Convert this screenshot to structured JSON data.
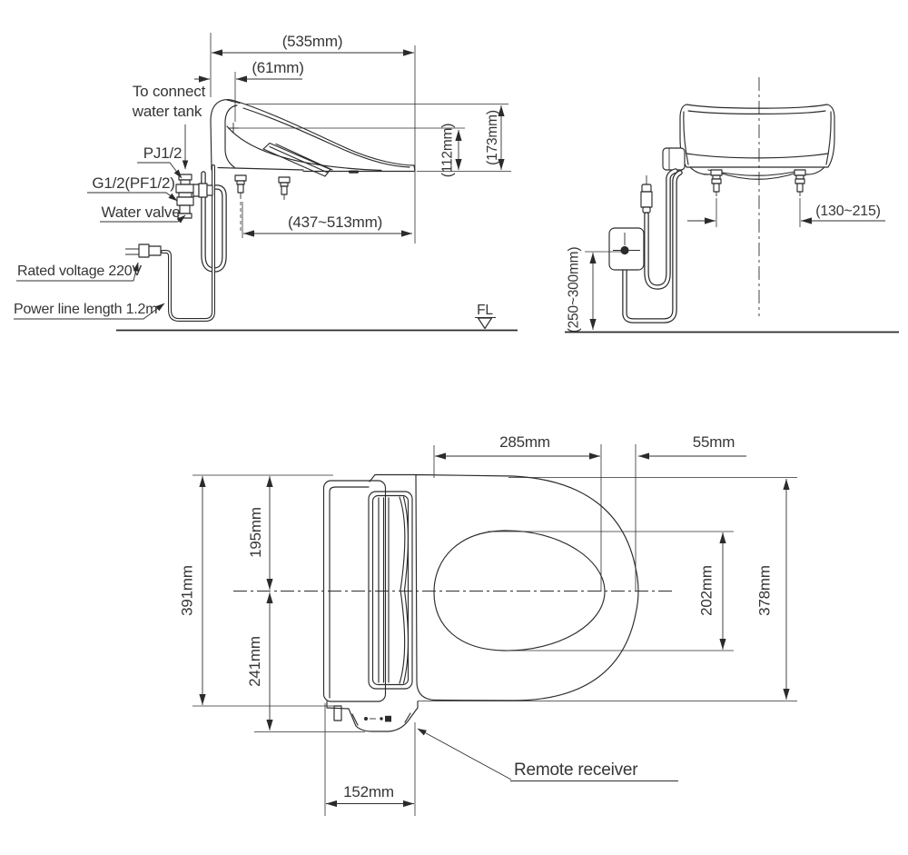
{
  "title": "Bidet seat installation dimension drawing",
  "colors": {
    "line": "#2b2b2b",
    "text": "#363636",
    "background": "#ffffff"
  },
  "side_view": {
    "labels": {
      "to_connect_1": "To connect",
      "to_connect_2": "water tank",
      "pj_fitting": "PJ1/2",
      "g_fitting": "G1/2(PF1/2)",
      "water_valve": "Water valve",
      "rated_voltage": "Rated voltage 220V",
      "power_line": "Power line length 1.2m",
      "floor_level": "FL"
    },
    "dims": {
      "overall_length": "(535mm)",
      "tip_offset": "(61mm)",
      "overall_height": "(173mm)",
      "seat_height": "(112mm)",
      "depth_range": "(437~513mm)"
    }
  },
  "rear_view": {
    "dims": {
      "bolt_spacing": "(130~215)",
      "hose_height": "(250~300mm)"
    }
  },
  "top_view": {
    "labels": {
      "remote_receiver": "Remote receiver"
    },
    "dims": {
      "overall_width": "391mm",
      "center_to_front": "195mm",
      "center_to_rear": "241mm",
      "length_to_nozzle": "285mm",
      "nozzle_to_edge": "55mm",
      "opening_width": "202mm",
      "seat_width": "378mm",
      "receiver_width": "152mm"
    }
  }
}
